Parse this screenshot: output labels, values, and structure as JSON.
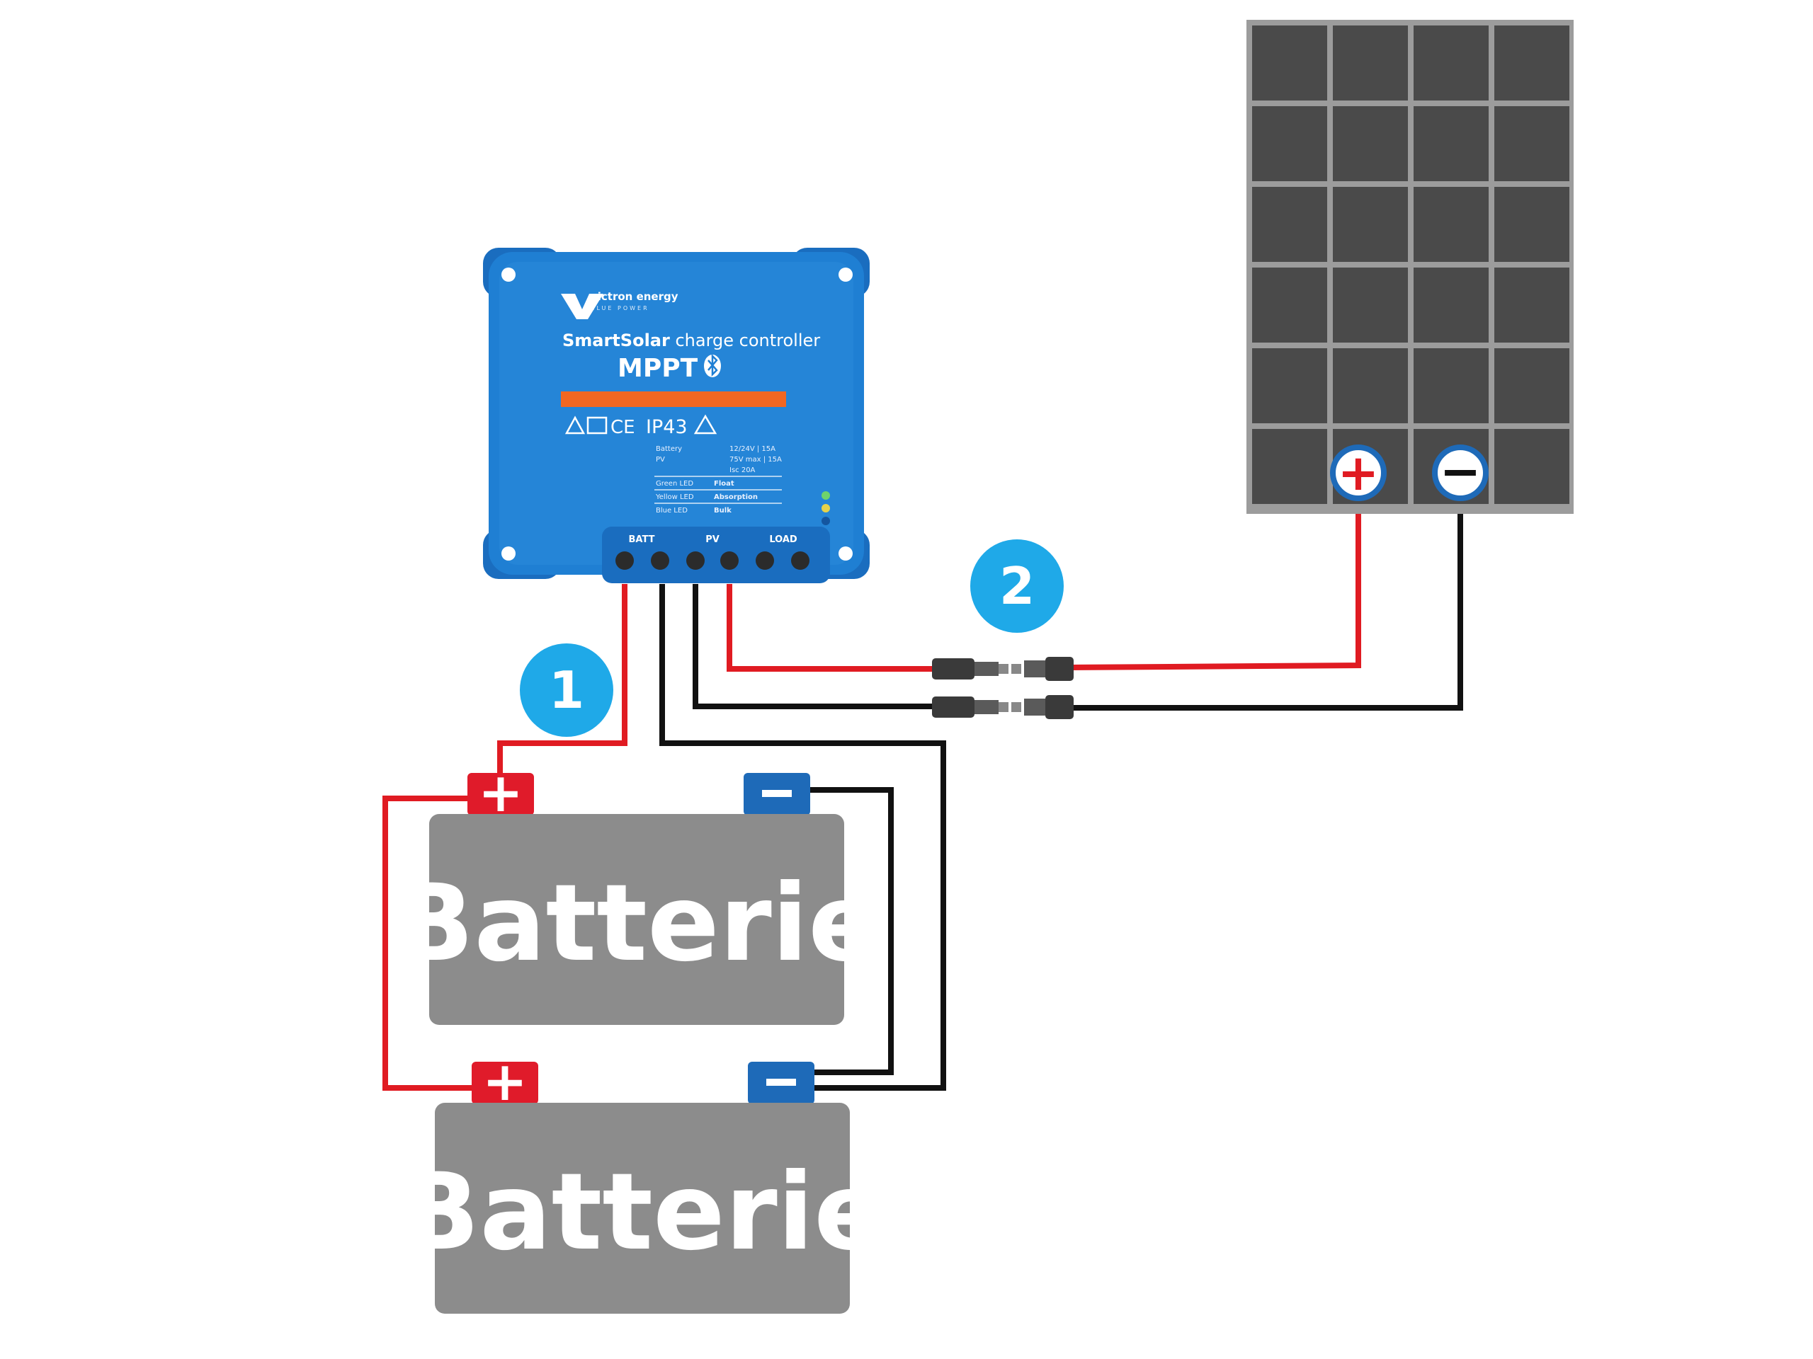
{
  "controller": {
    "brand": "victron energy",
    "brand_sub": "BLUE POWER",
    "product_bold": "SmartSolar",
    "product_rest": " charge controller",
    "model": "MPPT",
    "bluetooth_icon": "bluetooth-icon",
    "rating": "IP43",
    "spec_rows": [
      {
        "label": "Battery",
        "value": "12/24V | 15A"
      },
      {
        "label": "PV",
        "value": "75V max | 15A"
      },
      {
        "label": "",
        "value": "Isc 20A"
      },
      {
        "label": "Green LED",
        "value": "Float"
      },
      {
        "label": "Yellow LED",
        "value": "Absorption"
      },
      {
        "label": "Blue LED",
        "value": "Bulk"
      }
    ],
    "terminals": {
      "batt": "BATT",
      "pv": "PV",
      "load": "LOAD"
    },
    "colors": {
      "body": "#1f7fd3",
      "stripe": "#f26722"
    }
  },
  "badges": {
    "one": "1",
    "two": "2"
  },
  "batteries": [
    {
      "label": "Batterie",
      "plus": "+",
      "minus": "−"
    },
    {
      "label": "Batterie",
      "plus": "+",
      "minus": "−"
    }
  ],
  "panel": {
    "plus": "+",
    "minus": "−"
  },
  "colors": {
    "wire_positive": "#e01b22",
    "wire_negative": "#111111",
    "badge": "#1fa9e8",
    "battery_body": "#8c8c8c",
    "terminal_plus": "#e01b2a",
    "terminal_minus": "#1e6ab8",
    "panel_cell": "#4a4a4a",
    "panel_frame": "#9c9c9c"
  }
}
